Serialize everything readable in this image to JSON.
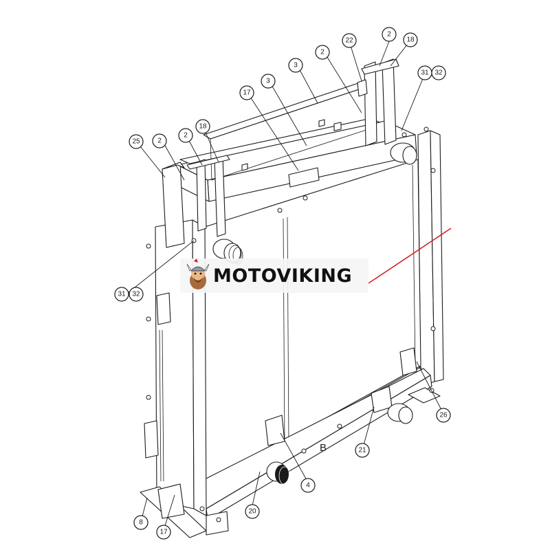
{
  "diagram": {
    "callouts": [
      {
        "id": "c-2-a",
        "label": "2"
      },
      {
        "id": "c-18-a",
        "label": "18"
      },
      {
        "id": "c-22",
        "label": "22"
      },
      {
        "id": "c-2-b",
        "label": "2"
      },
      {
        "id": "c-3-a",
        "label": "3"
      },
      {
        "id": "c-31-a",
        "label": "31"
      },
      {
        "id": "c-32-a",
        "label": "32"
      },
      {
        "id": "c-17-a",
        "label": "17"
      },
      {
        "id": "c-3-b",
        "label": "3"
      },
      {
        "id": "c-25",
        "label": "25"
      },
      {
        "id": "c-2-c",
        "label": "2"
      },
      {
        "id": "c-2-d",
        "label": "2"
      },
      {
        "id": "c-18-b",
        "label": "18"
      },
      {
        "id": "c-31-b",
        "label": "31"
      },
      {
        "id": "c-32-b",
        "label": "32"
      },
      {
        "id": "c-26",
        "label": "26"
      },
      {
        "id": "c-21",
        "label": "21"
      },
      {
        "id": "c-4",
        "label": "4"
      },
      {
        "id": "c-20",
        "label": "20"
      },
      {
        "id": "c-8",
        "label": "8"
      },
      {
        "id": "c-17-b",
        "label": "17"
      }
    ],
    "section_marker": "B"
  },
  "watermark": {
    "brand": "MOTOVIKING",
    "logo_icon": "viking-mascot-icon",
    "accent_color": "#d62020"
  }
}
